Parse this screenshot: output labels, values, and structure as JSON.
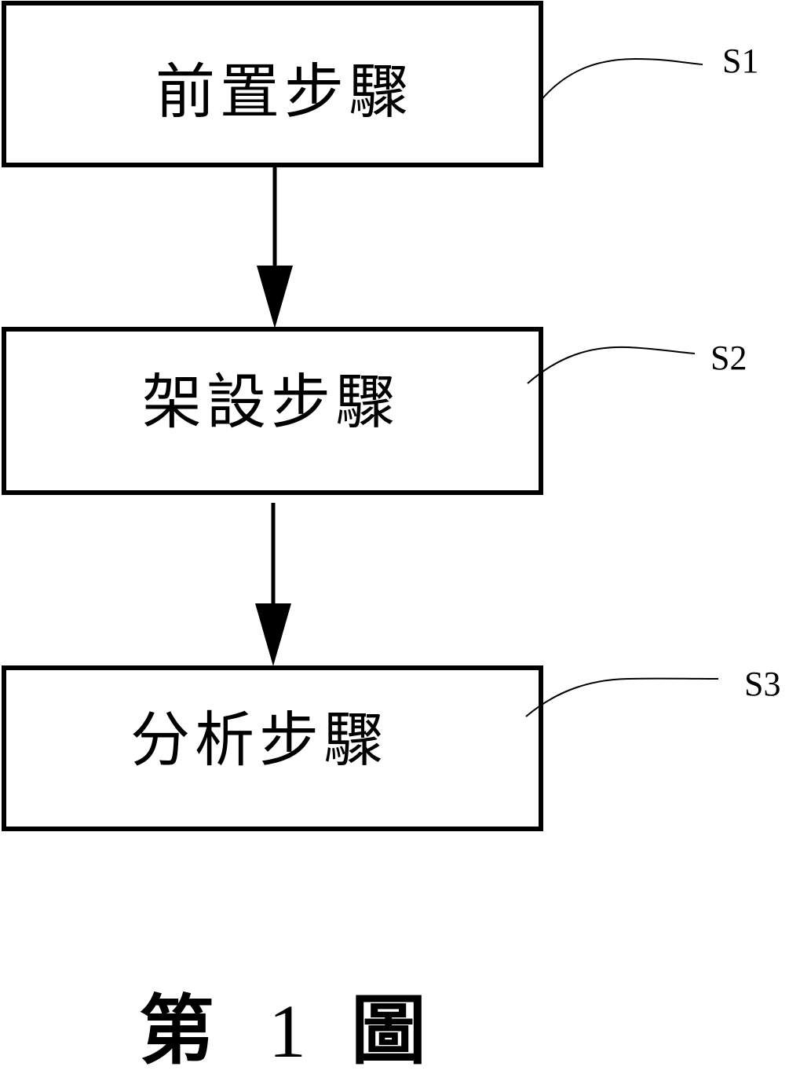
{
  "diagram": {
    "type": "flowchart",
    "steps": [
      {
        "id": "S1",
        "label": "前置步驟",
        "ref": "S1"
      },
      {
        "id": "S2",
        "label": "架設步驟",
        "ref": "S2"
      },
      {
        "id": "S3",
        "label": "分析步驟",
        "ref": "S3"
      }
    ],
    "edges": [
      {
        "from": "S1",
        "to": "S2"
      },
      {
        "from": "S2",
        "to": "S3"
      }
    ],
    "caption": {
      "prefix": "第",
      "number": "1",
      "suffix": "圖"
    },
    "colors": {
      "stroke": "#000000",
      "background": "#ffffff"
    }
  }
}
